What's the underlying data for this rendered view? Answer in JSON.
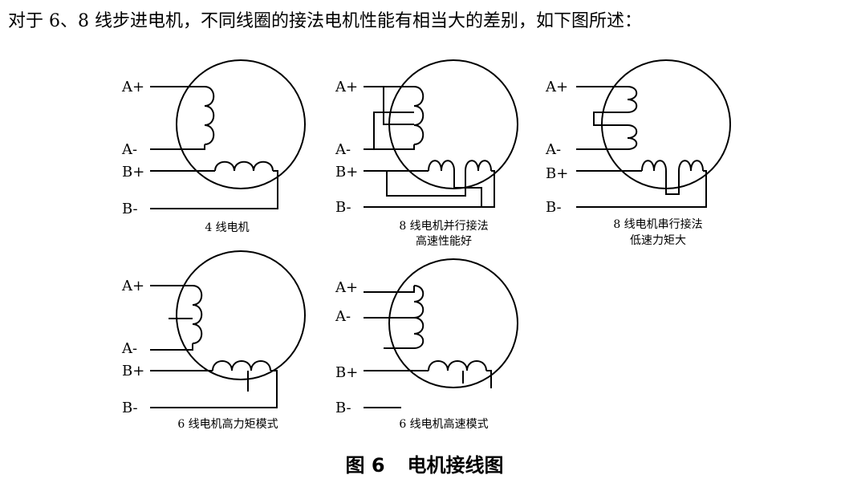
{
  "intro_text": "对于 6、8 线步进电机，不同线圈的接法电机性能有相当大的差别，如下图所述：",
  "figure": {
    "number": "图 6",
    "title": "电机接线图"
  },
  "diagrams": [
    {
      "id": "four-wire",
      "labels": {
        "a_plus": "A+",
        "a_minus": "A-",
        "b_plus": "B+",
        "b_minus": "B-"
      },
      "caption_line1": "4 线电机",
      "caption_line2": ""
    },
    {
      "id": "eight-wire-parallel",
      "labels": {
        "a_plus": "A+",
        "a_minus": "A-",
        "b_plus": "B+",
        "b_minus": "B-"
      },
      "caption_line1": "8 线电机并行接法",
      "caption_line2": "高速性能好"
    },
    {
      "id": "eight-wire-series",
      "labels": {
        "a_plus": "A+",
        "a_minus": "A-",
        "b_plus": "B+",
        "b_minus": "B-"
      },
      "caption_line1": "8 线电机串行接法",
      "caption_line2": "低速力矩大"
    },
    {
      "id": "six-wire-high-torque",
      "labels": {
        "a_plus": "A+",
        "a_minus": "A-",
        "b_plus": "B+",
        "b_minus": "B-"
      },
      "caption_line1": "6 线电机高力矩模式",
      "caption_line2": ""
    },
    {
      "id": "six-wire-high-speed",
      "labels": {
        "a_plus": "A+",
        "a_minus": "A-",
        "b_plus": "B+",
        "b_minus": "B-"
      },
      "caption_line1": "6 线电机高速模式",
      "caption_line2": ""
    }
  ]
}
